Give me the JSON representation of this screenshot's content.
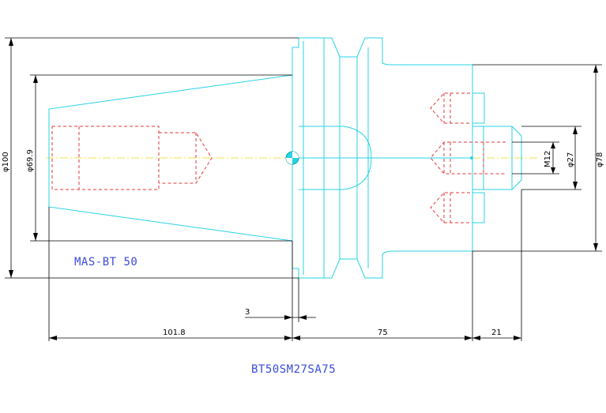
{
  "drawing": {
    "model_code": "BT50SM27SA75",
    "taper_label": "MAS-BT 50",
    "colors": {
      "outline": "#27d3e6",
      "hidden": "#e23a3a",
      "centerline": "#f0e24a",
      "dimension": "#000000",
      "text_blue": "#3b4bd8"
    },
    "dimensions": {
      "overall_diameter": "φ100",
      "taper_diameter": "φ69.9",
      "flange_diameter": "φ78",
      "bore_diameter": "φ27",
      "thread": "M12",
      "gap": "3",
      "taper_length": "101.8",
      "body_length": "75",
      "pilot_length": "21"
    }
  }
}
